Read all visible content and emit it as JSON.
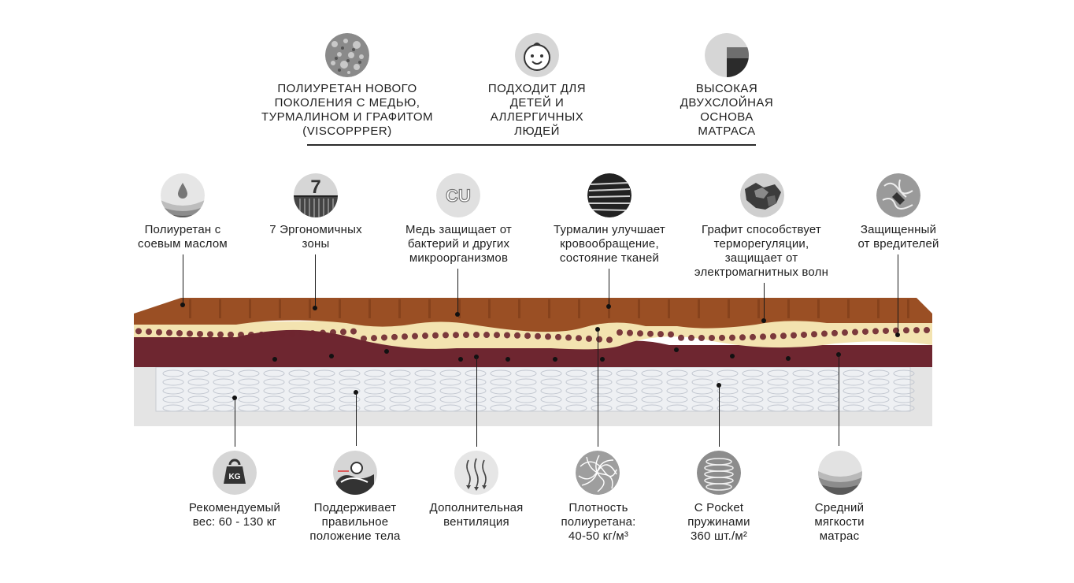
{
  "top_features": [
    {
      "icon": "speckled-foam-icon",
      "lines": [
        "ПОЛИУРЕТАН НОВОГО",
        "ПОКОЛЕНИЯ С МЕДЬЮ,",
        "ТУРМАЛИНОМ И ГРАФИТОМ",
        "(VISCOPPPER)"
      ]
    },
    {
      "icon": "baby-face-icon",
      "lines": [
        "ПОДХОДИТ ДЛЯ",
        "ДЕТЕЙ И",
        "АЛЛЕРГИЧНЫХ",
        "ЛЮДЕЙ"
      ]
    },
    {
      "icon": "two-layer-base-icon",
      "lines": [
        "ВЫСОКАЯ",
        "ДВУХСЛОЙНАЯ",
        "ОСНОВА",
        "МАТРАСА"
      ]
    }
  ],
  "upper_features": [
    {
      "icon": "oil-drop-icon",
      "lines": [
        "Полиуретан с",
        "соевым маслом"
      ]
    },
    {
      "icon": "seven-zones-icon",
      "icon_text": "7",
      "lines": [
        "7  Эргономичных",
        "зоны"
      ]
    },
    {
      "icon": "copper-cu-icon",
      "icon_text": "CU",
      "lines": [
        "Медь защищает от",
        "бактерий и других",
        "микроорганизмов"
      ]
    },
    {
      "icon": "tourmaline-stone-icon",
      "lines": [
        "Турмалин улучшает",
        "кровообращение,",
        "состояние тканей"
      ]
    },
    {
      "icon": "graphite-icon",
      "lines": [
        "Графит способствует",
        "терморегуляции,",
        "защищает от",
        "электромагнитных волн"
      ]
    },
    {
      "icon": "pest-shield-icon",
      "lines": [
        "Защищенный",
        "от вредителей"
      ]
    }
  ],
  "lower_features": [
    {
      "icon": "weight-kg-icon",
      "icon_text": "KG",
      "lines": [
        "Рекомендуемый",
        "вес: 60 - 130 кг"
      ]
    },
    {
      "icon": "body-support-icon",
      "lines": [
        "Поддерживает",
        "правильное",
        "положение тела"
      ]
    },
    {
      "icon": "ventilation-arrows-icon",
      "lines": [
        "Дополнительная",
        "вентиляция"
      ]
    },
    {
      "icon": "foam-density-icon",
      "lines": [
        "Плотность",
        "полиуретана:",
        "40-50 кг/м³"
      ]
    },
    {
      "icon": "pocket-spring-icon",
      "lines": [
        "С Pocket",
        "пружинами",
        "360 шт./м²"
      ]
    },
    {
      "icon": "medium-softness-icon",
      "lines": [
        "Средний",
        "мягкости",
        "матрас"
      ]
    }
  ],
  "colors": {
    "top_layer": "#9a4f24",
    "foam_layer": "#f6e7b6",
    "dark_layer": "#6e2630",
    "spring_layer": "#e9ebee",
    "icon_bg": "#d9d9d9",
    "text": "#1e1e1e"
  }
}
